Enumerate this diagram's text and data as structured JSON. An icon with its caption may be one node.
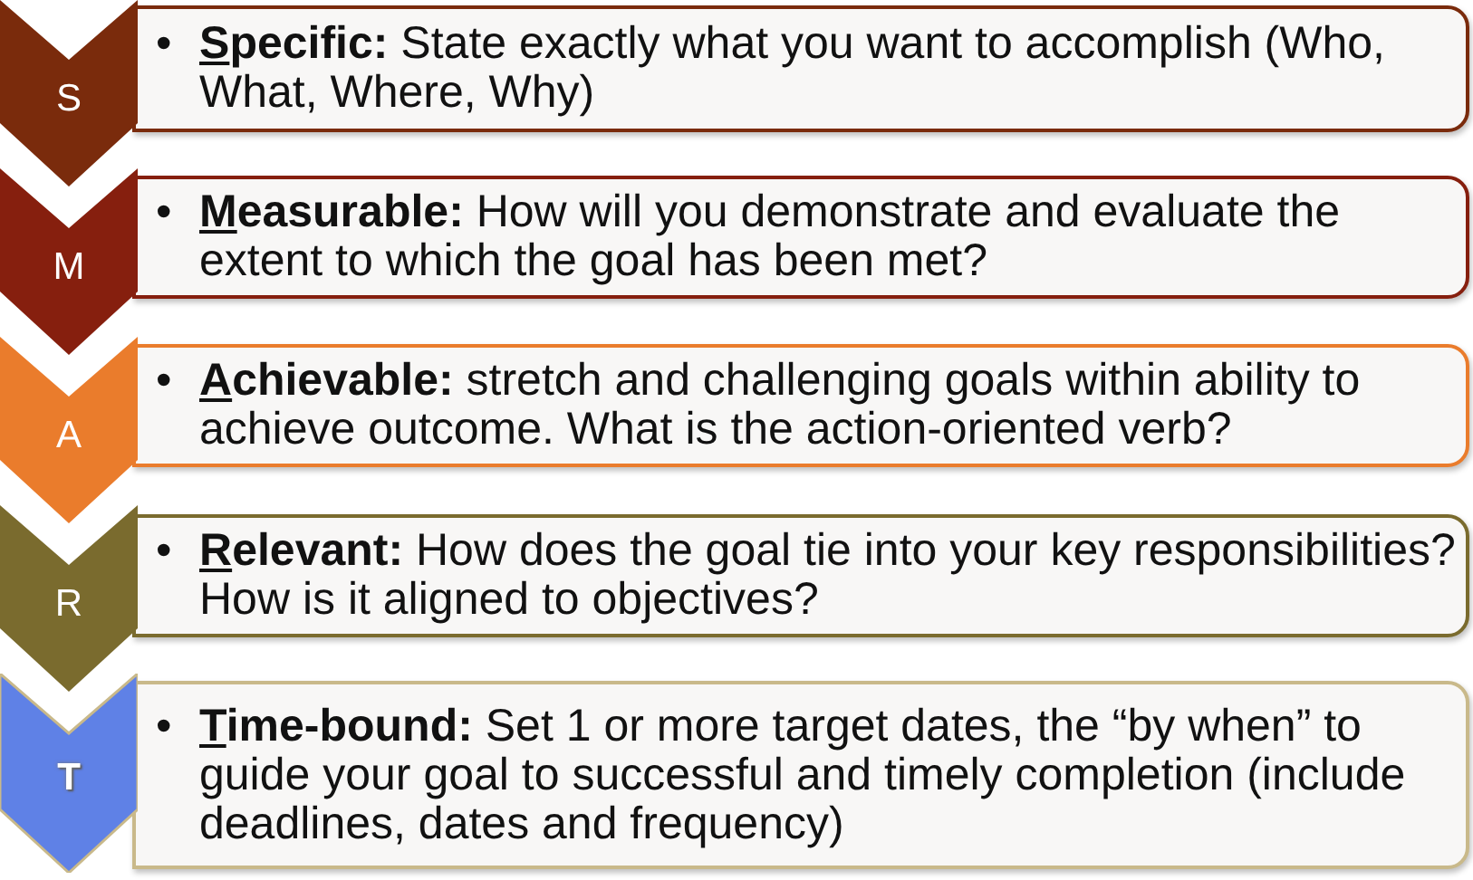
{
  "diagram": {
    "nodes": [
      {
        "text": [
          "S"
        ]
      },
      {
        "text": [
          "•",
          "**Specific:** State exactly what you want to accomplish (Who, What, Where, Why)"
        ]
      },
      {
        "text": [
          "M"
        ]
      },
      {
        "text": [
          "•",
          "**Measurable:** How will you demonstrate and evaluate the extent to which the goal has been met?"
        ]
      },
      {
        "text": [
          "A"
        ]
      },
      {
        "text": [
          "•",
          "**Achievable:** stretch and challenging goals within ability to achieve outcome. What is the action-oriented verb?"
        ]
      },
      {
        "text": [
          "R"
        ]
      },
      {
        "text": [
          "•",
          "**Relevant:** How does the goal tie into your key responsibilities? How is it aligned to objectives?"
        ]
      },
      {
        "text": [
          "T"
        ]
      },
      {
        "text": [
          "•",
          "**Time-bound:** Set 1 or more target dates, the “by when” to guide your goal to successful and timely completion (include deadlines, dates and frequency)"
        ]
      }
    ]
  }
}
